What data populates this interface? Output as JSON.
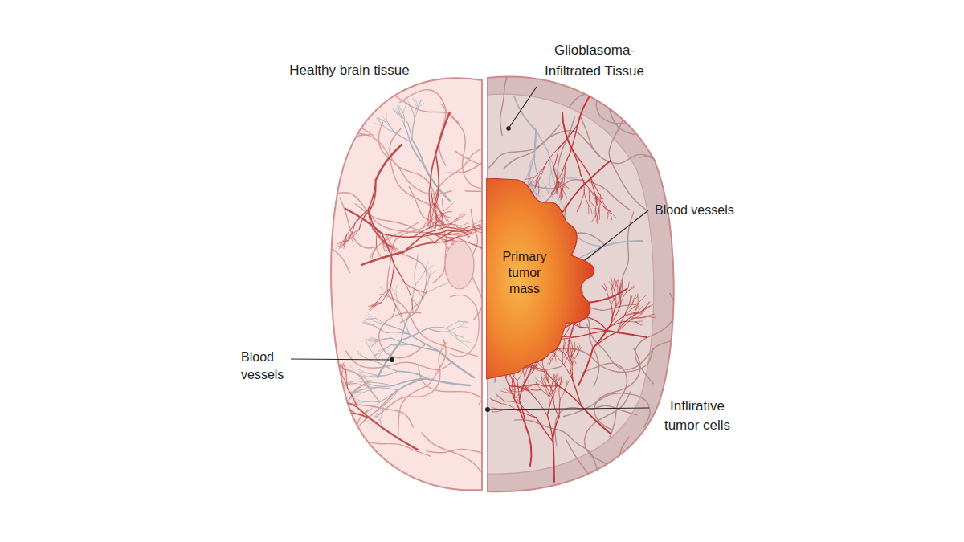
{
  "diagram": {
    "nodes": [
      {
        "text": [
          "Primary tumor mass"
        ]
      }
    ],
    "labels": [
      "Healthy brain tissue",
      "Glioblasoma- Infiltrated Tissue",
      "Blood vessels",
      "Blood vessels",
      "Inflirative tumor cells"
    ]
  }
}
